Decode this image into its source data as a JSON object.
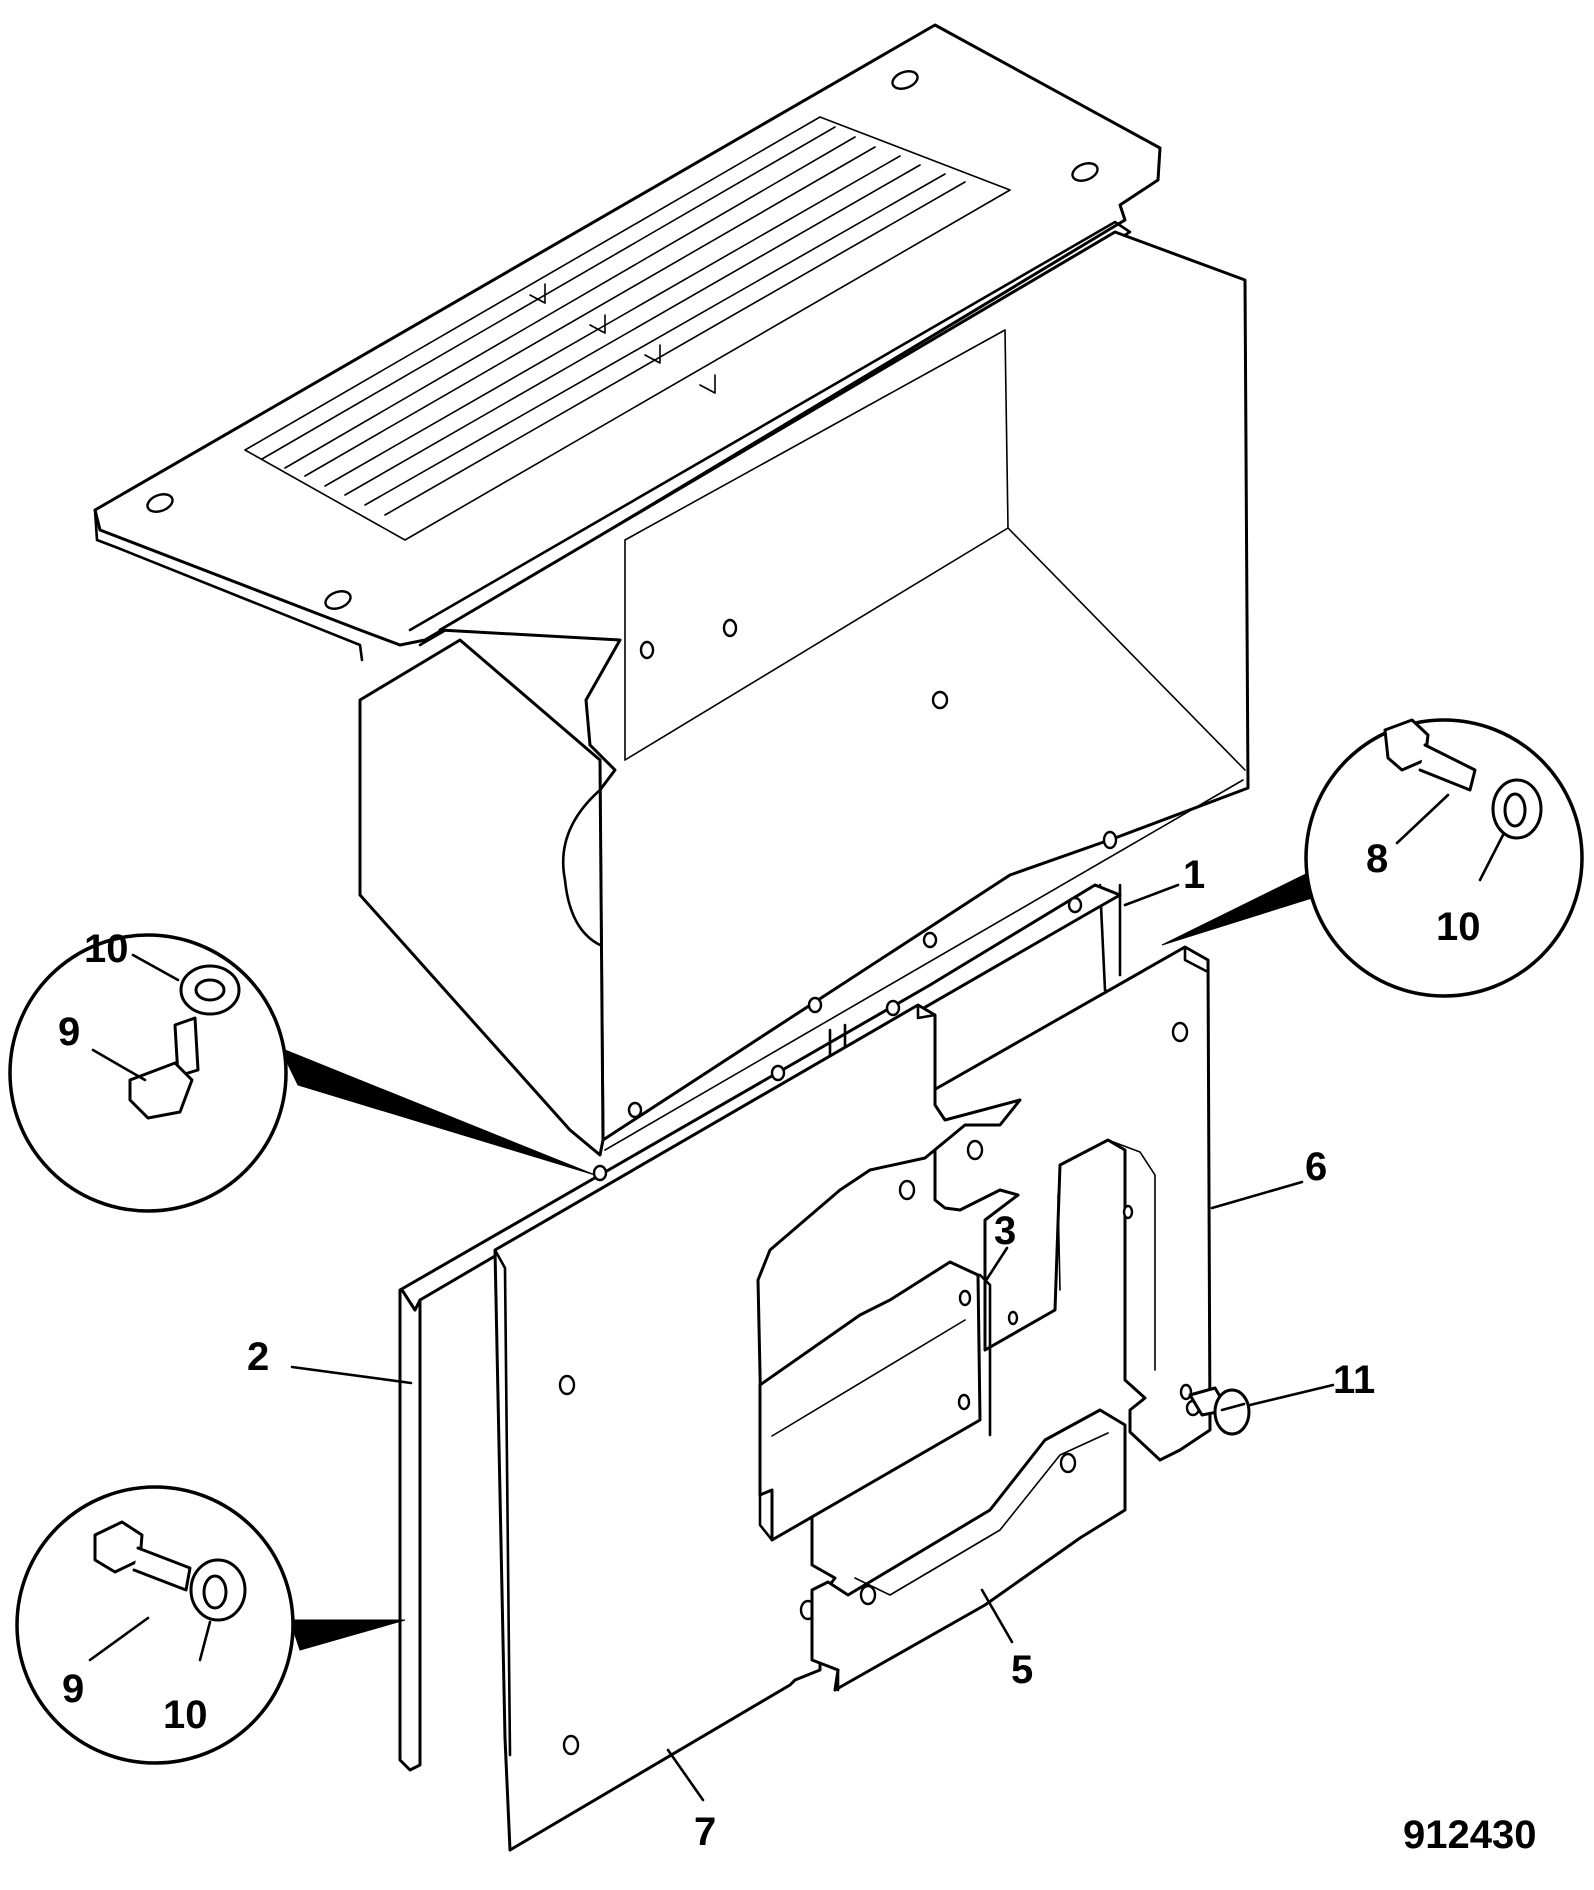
{
  "drawing_number": "912430",
  "callouts": {
    "c1": "1",
    "c2": "2",
    "c3": "3",
    "c5": "5",
    "c6": "6",
    "c7": "7",
    "c11": "11"
  },
  "detail_top_right": {
    "bolt": "8",
    "washer": "10"
  },
  "detail_left_upper": {
    "bolt": "9",
    "washer": "10"
  },
  "detail_left_lower": {
    "bolt": "9",
    "washer": "10"
  }
}
